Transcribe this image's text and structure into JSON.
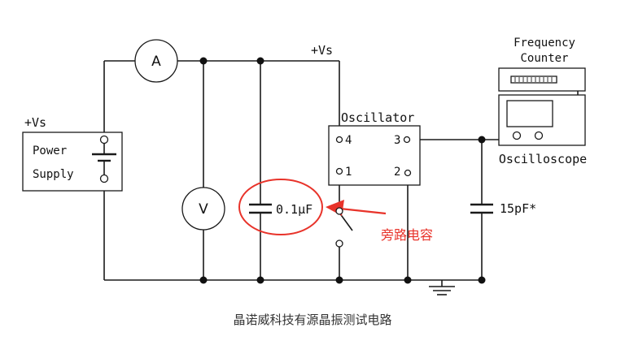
{
  "diagram": {
    "vs_top": "+Vs",
    "vs_left": "+Vs",
    "power_supply_line1": "Power",
    "power_supply_line2": "Supply",
    "ammeter": "A",
    "voltmeter": "V",
    "cap_bypass": "0.1μF",
    "oscillator": "Oscillator",
    "pin4": "4",
    "pin3": "3",
    "pin1": "1",
    "pin2": "2",
    "freq_counter_line1": "Frequency",
    "freq_counter_line2": "Counter",
    "oscilloscope": "Oscilloscope",
    "cap_load": "15pF*",
    "annotation": "旁路电容",
    "annotation_color": "#e8332a",
    "caption": "晶诺威科技有源晶振测试电路"
  }
}
